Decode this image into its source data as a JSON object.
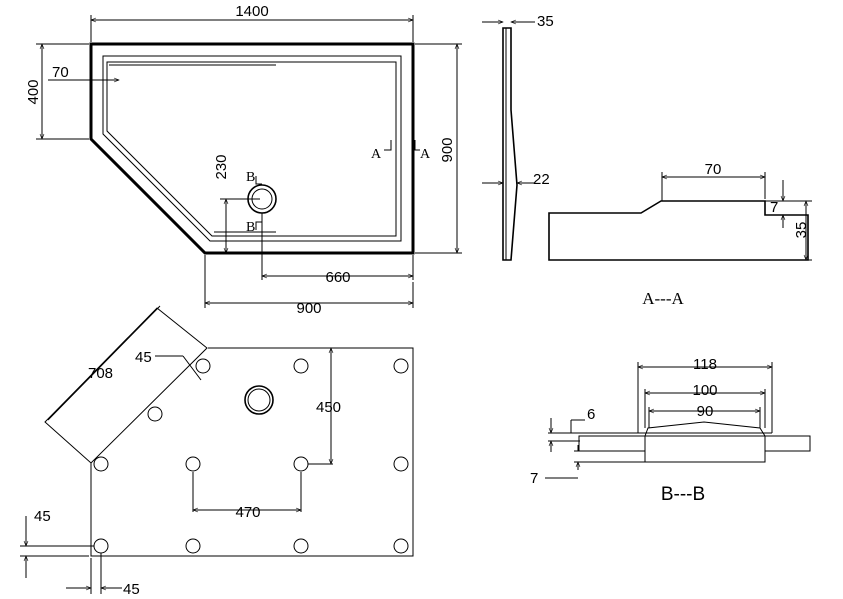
{
  "top_view": {
    "width": "1400",
    "corner_offset_x": "70",
    "corner_depth": "400",
    "height": "900",
    "drain_offset_y": "230",
    "drain_offset_x": "660",
    "front_width": "900",
    "section_a_left": "A",
    "section_a_right": "A",
    "section_b_top": "B",
    "section_b_bottom": "B"
  },
  "side_view": {
    "thickness": "35",
    "rim": "22"
  },
  "section_a": {
    "width": "70",
    "step": "7",
    "height": "35",
    "title": "A---A"
  },
  "bottom_view": {
    "angled_length": "708",
    "angle_dim": "45",
    "spacing_y": "450",
    "spacing_x": "470",
    "edge_y": "45",
    "edge_x": "45"
  },
  "section_b": {
    "outer": "118",
    "middle": "100",
    "inner": "90",
    "top_offset": "6",
    "bottom_offset": "7",
    "title": "B---B"
  }
}
